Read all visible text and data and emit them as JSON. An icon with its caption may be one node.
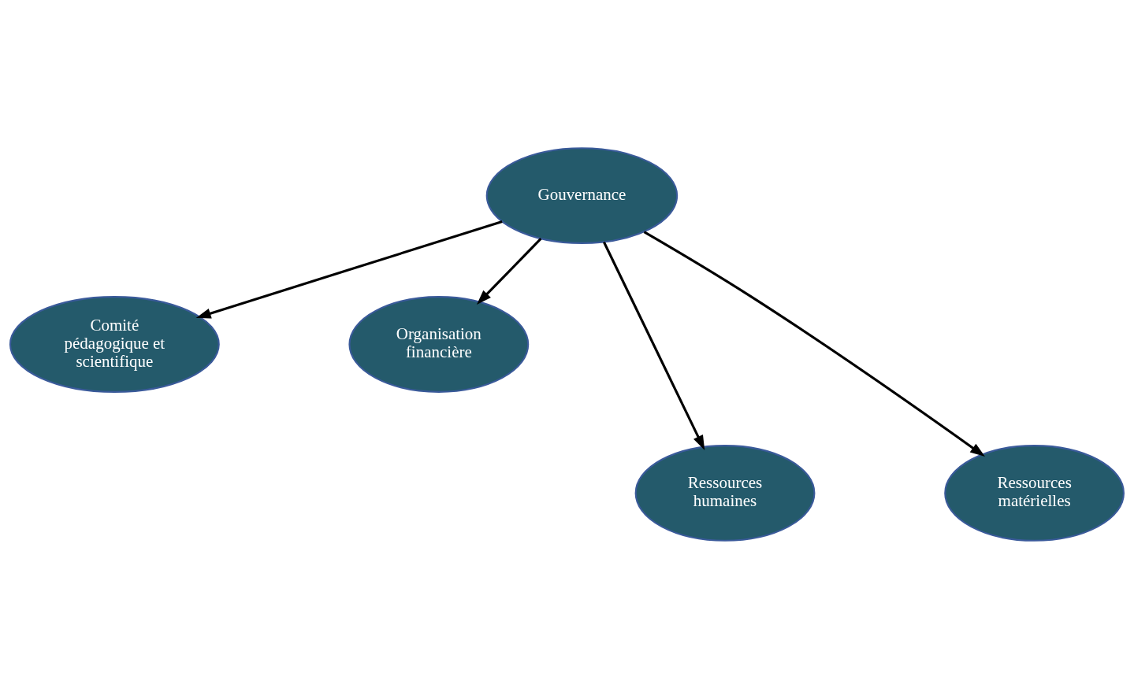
{
  "diagram": {
    "nodes": [
      {
        "text": [
          "Gouvernance"
        ]
      },
      {
        "text": [
          "Comité pédagogique et scientifique"
        ]
      },
      {
        "text": [
          "Organisation financière"
        ]
      },
      {
        "text": [
          "Ressources humaines"
        ]
      },
      {
        "text": [
          "Ressources matérielles"
        ]
      }
    ],
    "edges": [
      {
        "from": 0,
        "to": 1,
        "arrow": "to"
      },
      {
        "from": 0,
        "to": 2,
        "arrow": "to"
      },
      {
        "from": 0,
        "to": 3,
        "arrow": "to"
      },
      {
        "from": 0,
        "to": 4,
        "arrow": "to"
      }
    ]
  }
}
